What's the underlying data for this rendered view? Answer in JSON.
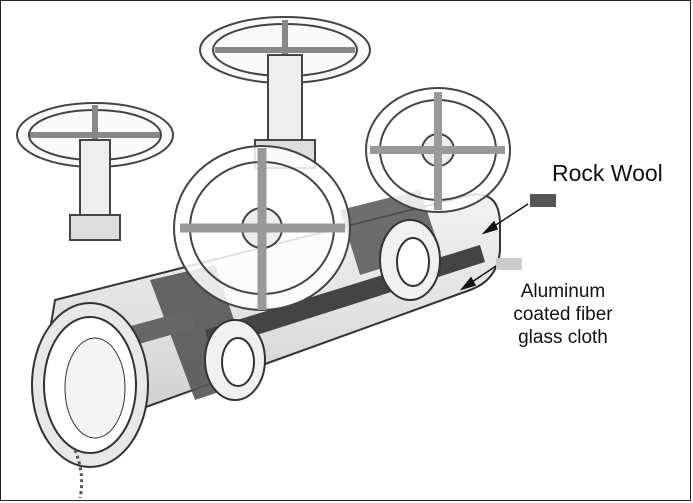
{
  "legend": {
    "rock_wool": {
      "label": "Rock Wool",
      "color": "#555555"
    },
    "aluminum_cloth": {
      "label_lines": [
        "Aluminum",
        "coated fiber",
        "glass cloth"
      ],
      "color": "#cccccc"
    }
  }
}
